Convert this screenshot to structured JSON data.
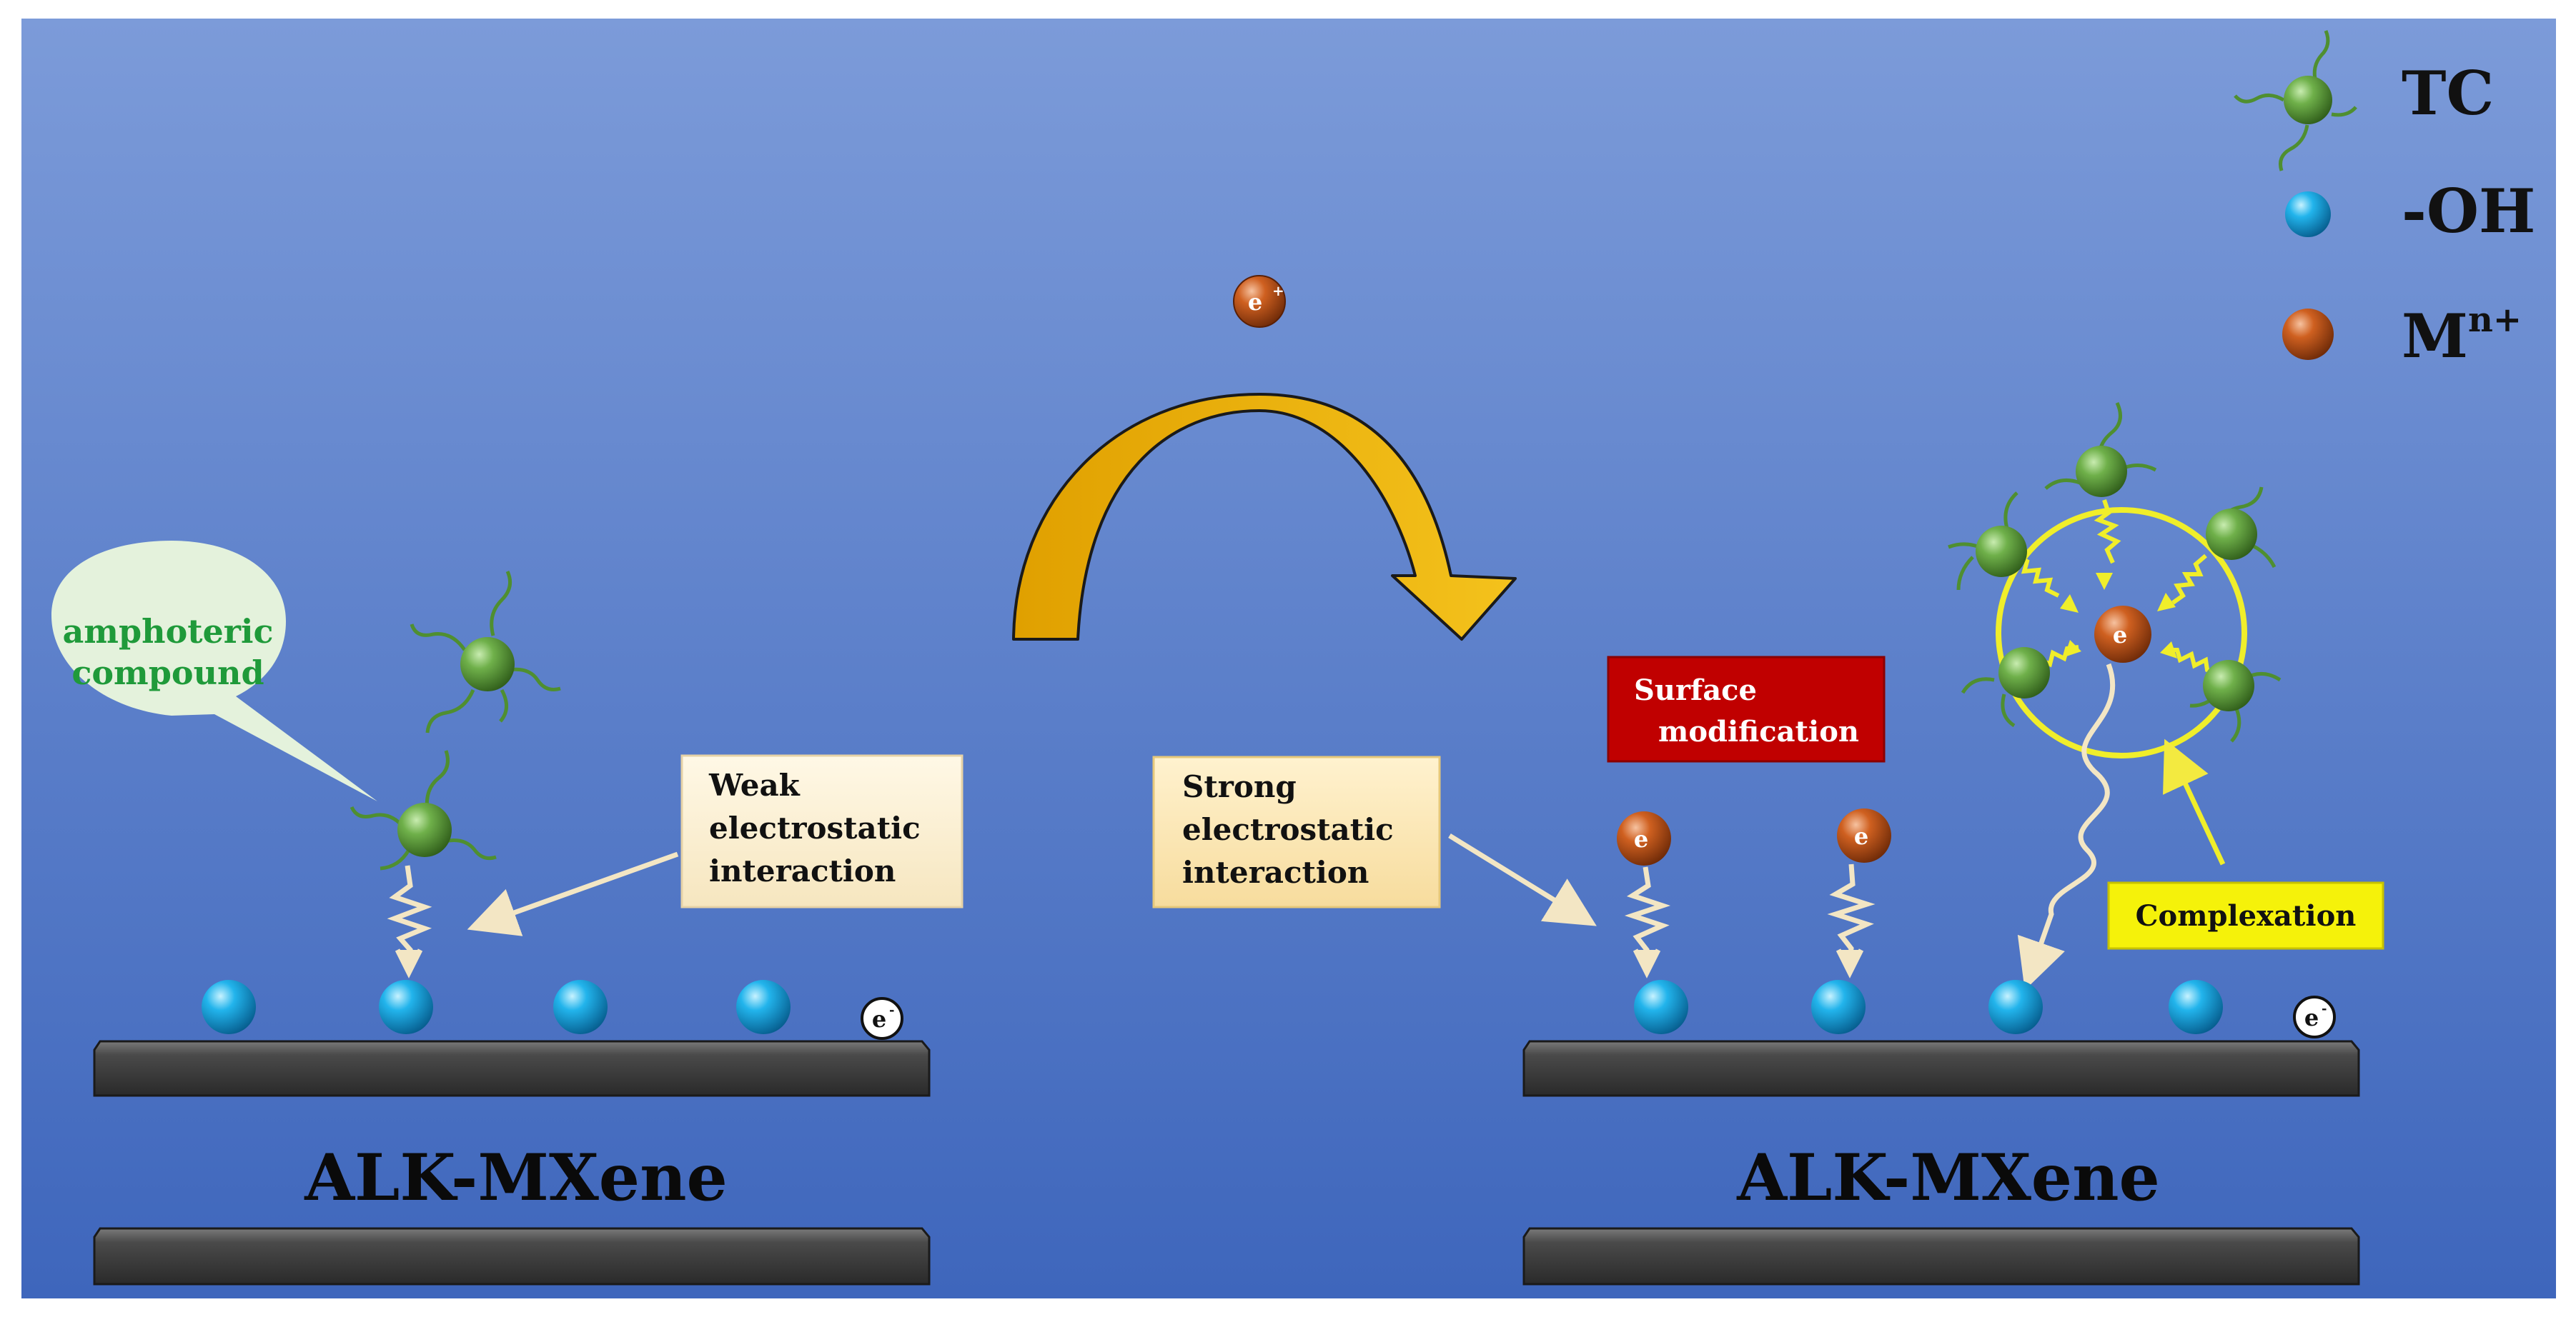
{
  "legend": {
    "tc_label": "TC",
    "oh_label": "-OH",
    "m_label": "M",
    "m_superscript": "n+"
  },
  "left_panel": {
    "bubble_line1": "amphoteric",
    "bubble_line2": "compound",
    "box_line1": "Weak",
    "box_line2": "electrostatic",
    "box_line3": "interaction",
    "sheet_label": "ALK-MXene",
    "electron_label": "e"
  },
  "right_panel": {
    "box_line1": "Strong",
    "box_line2": "electrostatic",
    "box_line3": "interaction",
    "surface_line1": "Surface",
    "surface_line2": "modification",
    "complexation_label": "Complexation",
    "sheet_label": "ALK-MXene",
    "electron_label": "e"
  },
  "center": {
    "ion_label": "e"
  },
  "colors": {
    "background_top": "#7b9ad8",
    "background_bottom": "#3f67bd",
    "tc_sphere": "#4e8a2c",
    "oh_sphere": "#1aa7e0",
    "m_sphere": "#c2571c",
    "arrow": "#e8a80a",
    "surface_box": "#c00000",
    "complexation_box": "#f5f20a",
    "bubble_text": "#1f9a3a"
  }
}
